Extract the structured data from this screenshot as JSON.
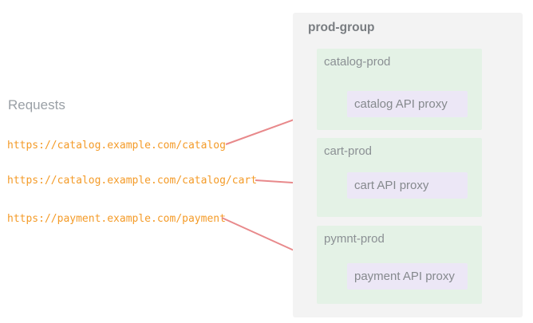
{
  "heading": "Requests",
  "requests": [
    {
      "url": "https://catalog.example.com/catalog",
      "routes_to": "catalog API proxy"
    },
    {
      "url": "https://catalog.example.com/catalog/cart",
      "routes_to": "cart API proxy"
    },
    {
      "url": "https://payment.example.com/payment",
      "routes_to": "payment API proxy"
    }
  ],
  "group": {
    "name": "prod-group",
    "environments": [
      {
        "name": "catalog-prod",
        "proxy": "catalog API proxy"
      },
      {
        "name": "cart-prod",
        "proxy": "cart API proxy"
      },
      {
        "name": "pymnt-prod",
        "proxy": "payment API proxy"
      }
    ]
  },
  "colors": {
    "arrow": "#e8898b",
    "url-text": "#f49b28",
    "heading-text": "#9aa0a6",
    "panel-bg": "#f3f3f3",
    "panel-title-text": "#797d81",
    "env-bg": "#e4f2e6",
    "env-label-text": "#8b9094",
    "proxy-bg": "#ece7f6",
    "proxy-label-text": "#85898d",
    "page-bg": "#ffffff"
  }
}
